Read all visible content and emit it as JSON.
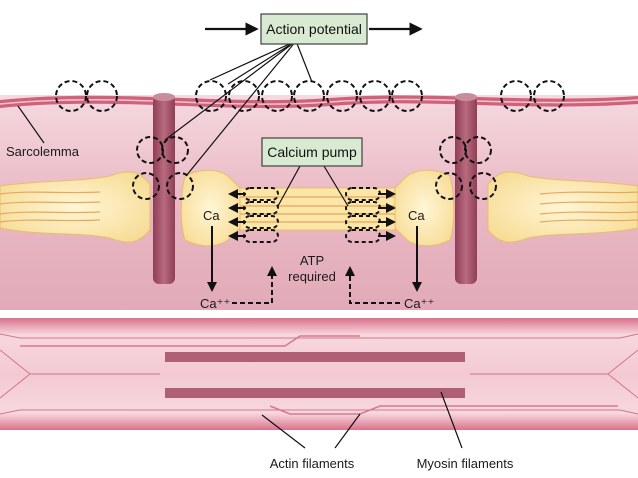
{
  "labels": {
    "action_potential": "Action potential",
    "calcium_pump": "Calcium pump",
    "sarcolemma": "Sarcolemma",
    "ca_left": "Ca",
    "ca_right": "Ca",
    "ca_ion_left": "Ca⁺⁺",
    "ca_ion_right": "Ca⁺⁺",
    "atp_line1": "ATP",
    "atp_line2": "required",
    "actin": "Actin filaments",
    "myosin": "Myosin filaments"
  },
  "colors": {
    "membrane": "#dfa1b2",
    "membrane_top": "#f3cfd8",
    "cytoplasm": "#e8b4c0",
    "reticulum_fill": "#fdf0c0",
    "reticulum_edge": "#e6c36a",
    "ttubule": "#a5576b",
    "fibril_light": "#f5cfd7",
    "fibril_dark": "#d9738c",
    "filament": "#b06074",
    "label_box": "#d9ead3",
    "label_box_border": "#404040"
  }
}
